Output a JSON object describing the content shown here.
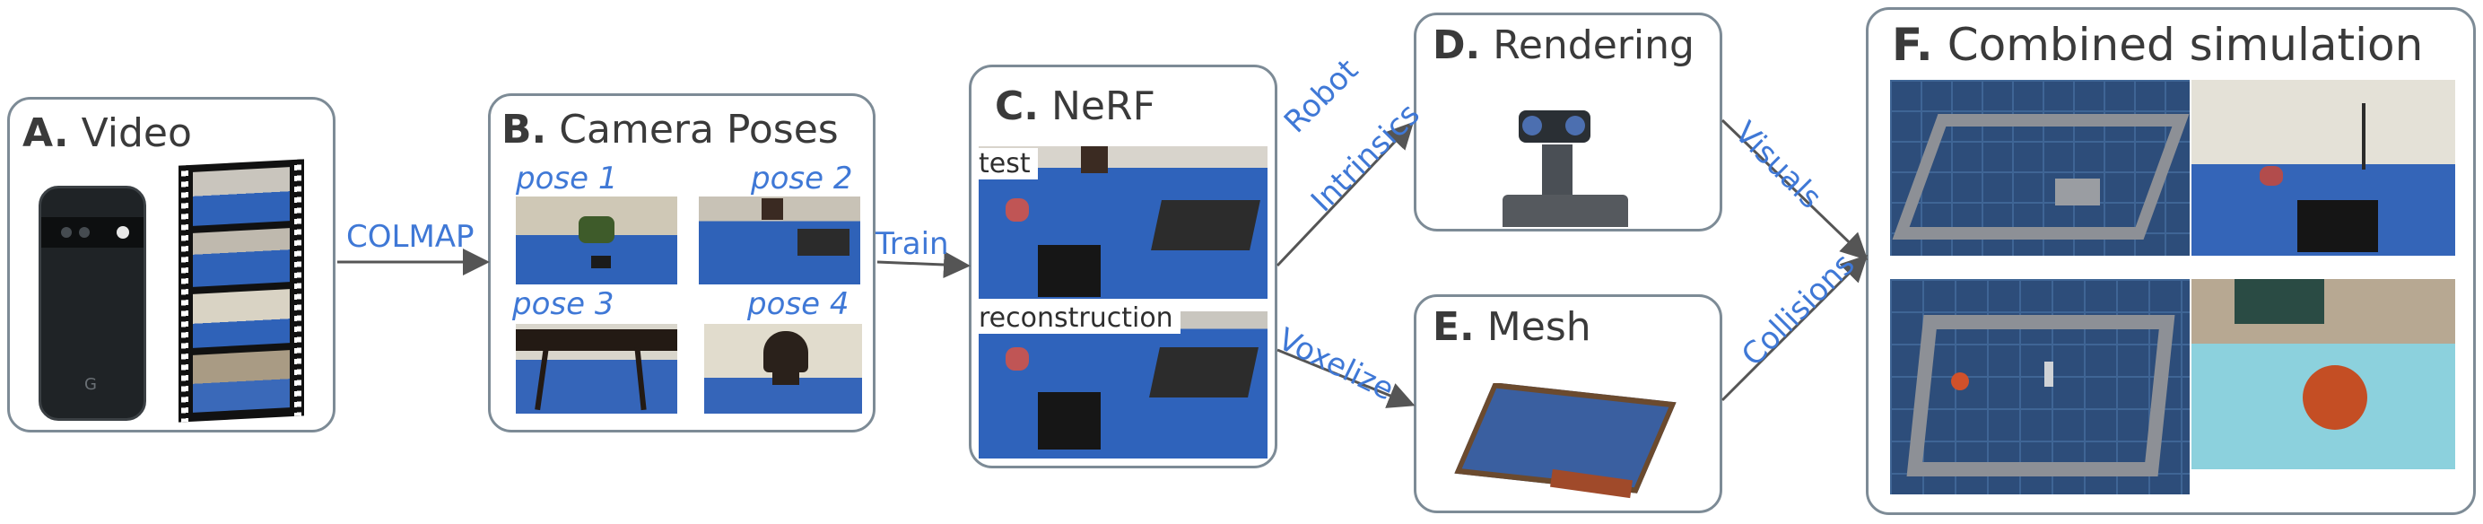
{
  "panels": {
    "a": {
      "letter": "A.",
      "name": "Video"
    },
    "b": {
      "letter": "B.",
      "name": "Camera Poses"
    },
    "c": {
      "letter": "C.",
      "name": "NeRF"
    },
    "d": {
      "letter": "D.",
      "name": "Rendering"
    },
    "e": {
      "letter": "E.",
      "name": "Mesh"
    },
    "f": {
      "letter": "F.",
      "name": "Combined simulation"
    }
  },
  "edges": {
    "colmap": "COLMAP",
    "train": "Train",
    "robot": "Robot",
    "intrinsics": "Intrinsics",
    "voxelize": "Voxelize",
    "visuals": "Visuals",
    "collisions": "Collisions"
  },
  "poses": [
    "pose 1",
    "pose 2",
    "pose 3",
    "pose 4"
  ],
  "nerf": {
    "test": "test",
    "reconstruction": "reconstruction"
  },
  "phone": {
    "logo": "G"
  },
  "colors": {
    "accent": "#3f78d6",
    "border": "#7d8b96",
    "arrow": "#555555",
    "floor": "#2f62b8"
  }
}
